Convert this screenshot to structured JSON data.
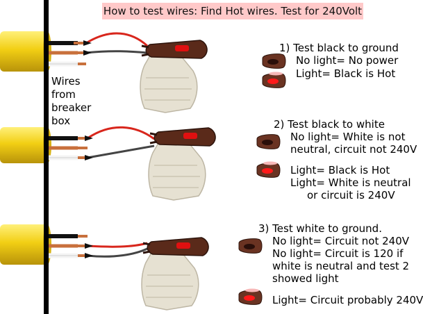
{
  "title": "How to test wires: Find Hot wires. Test for 240Volt",
  "wires_label": [
    "Wires",
    "from",
    "breaker",
    "box"
  ],
  "tests": [
    {
      "heading": "1) Test black to ground",
      "lines": [
        "No light= No power",
        "Light= Black is Hot"
      ]
    },
    {
      "heading": "2) Test black to white",
      "no_light": [
        "No light= White is not",
        "neutral, circuit not 240V"
      ],
      "light": [
        "Light= Black is Hot",
        "Light= White is neutral",
        "or circuit is 240V"
      ]
    },
    {
      "heading": "3) Test white to ground.",
      "no_light": [
        "No light= Circuit not 240V",
        "No light= Circuit is 120 if",
        "white is neutral and test 2",
        "showed light"
      ],
      "light": [
        "Light= Circuit probably 240V"
      ]
    }
  ],
  "colors": {
    "cable": "#f2cf14",
    "wire_black": "#111111",
    "wire_copper": "#c8703c",
    "wire_white": "#f4f4f4",
    "lead_red": "#d8261c",
    "tester_body": "#5a2a1a",
    "tester_lit": "#e01010",
    "glove": "#e6e1d2"
  },
  "icons": [
    "tester-light-off-icon",
    "tester-light-on-icon",
    "gloved-hand-tester-icon"
  ]
}
